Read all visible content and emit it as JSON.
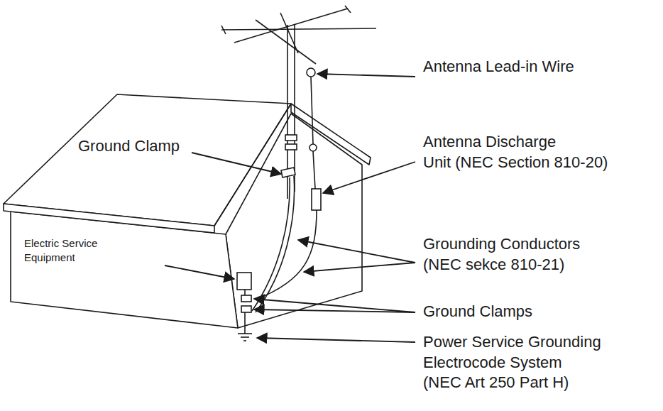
{
  "diagram": {
    "labels": [
      "Antenna Lead-in Wire",
      "Ground Clamp",
      "Antenna Discharge Unit (NEC Section 810-20)",
      "Electric Service Equipment",
      "Grounding Conductors (NEC sekce 810-21)",
      "Ground Clamps",
      "Power Service Grounding Electrocode System (NEC Art 250 Part H)"
    ]
  }
}
